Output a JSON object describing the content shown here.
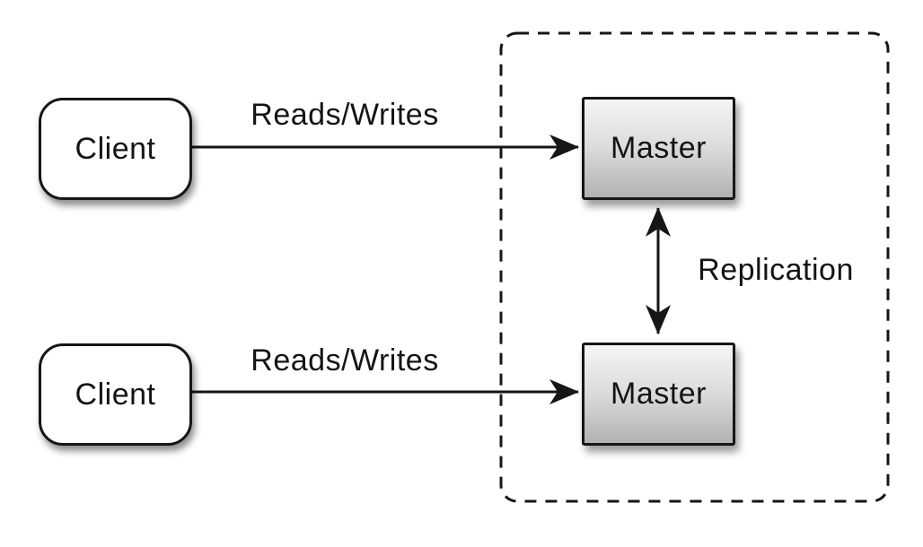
{
  "diagram": {
    "nodes": {
      "client_top": {
        "label": "Client"
      },
      "client_bottom": {
        "label": "Client"
      },
      "master_top": {
        "label": "Master"
      },
      "master_bottom": {
        "label": "Master"
      }
    },
    "edges": {
      "reads_writes_top": {
        "label": "Reads/Writes",
        "from": "client_top",
        "to": "master_top",
        "direction": "one-way"
      },
      "reads_writes_bottom": {
        "label": "Reads/Writes",
        "from": "client_bottom",
        "to": "master_bottom",
        "direction": "one-way"
      },
      "replication": {
        "label": "Replication",
        "from": "master_top",
        "to": "master_bottom",
        "direction": "two-way"
      }
    },
    "cluster": {
      "style": "dashed",
      "contains": [
        "master_top",
        "master_bottom"
      ]
    },
    "colors": {
      "line": "#161616",
      "background": "#ffffff",
      "client_fill": "#ffffff",
      "master_gradient_top": "#f5f5f5",
      "master_gradient_bottom": "#b2b2b2"
    }
  }
}
